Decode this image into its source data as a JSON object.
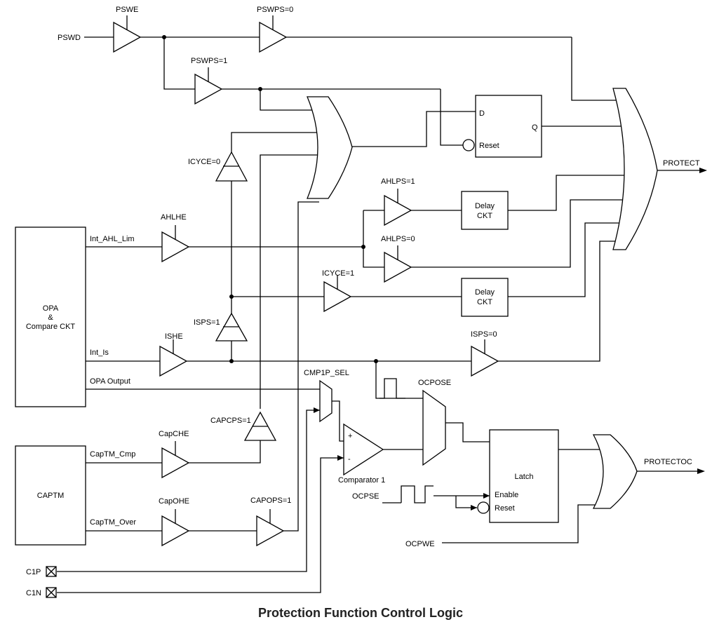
{
  "title": "Protection Function Control Logic",
  "colors": {
    "line": "#000000",
    "background": "#ffffff"
  },
  "inputs": {
    "pswd": "PSWD",
    "ocpse": "OCPSE",
    "ocpwe": "OCPWE",
    "c1p": "C1P",
    "c1n": "C1N"
  },
  "outputs": {
    "protect": "PROTECT",
    "protectoc": "PROTECTOC"
  },
  "buffers": {
    "pswe": "PSWE",
    "pswps0": "PSWPS=0",
    "pswps1": "PSWPS=1",
    "icyce0": "ICYCE=0",
    "icyce1": "ICYCE=1",
    "ahlps1": "AHLPS=1",
    "ahlps0": "AHLPS=0",
    "ahlhe": "AHLHE",
    "isps1": "ISPS=1",
    "ishe": "ISHE",
    "isps0": "ISPS=0",
    "capcps1": "CAPCPS=1",
    "capche": "CapCHE",
    "capohe": "CapOHE",
    "capops1": "CAPOPS=1"
  },
  "blocks": {
    "opa": [
      "OPA",
      "&",
      "Compare CKT"
    ],
    "captm": "CAPTM",
    "delay": [
      "Delay",
      "CKT"
    ],
    "latch": "Latch",
    "comparator": "Comparator 1"
  },
  "signals": {
    "int_ahl_lim": "Int_AHL_Lim",
    "int_is": "Int_Is",
    "opa_output": "OPA Output",
    "captm_cmp": "CapTM_Cmp",
    "captm_over": "CapTM_Over",
    "cmp1p_sel": "CMP1P_SEL",
    "ocpose": "OCPOSE"
  },
  "pins": {
    "d": "D",
    "q": "Q",
    "reset": "Reset",
    "enable": "Enable",
    "plus": "+",
    "minus": "-"
  }
}
